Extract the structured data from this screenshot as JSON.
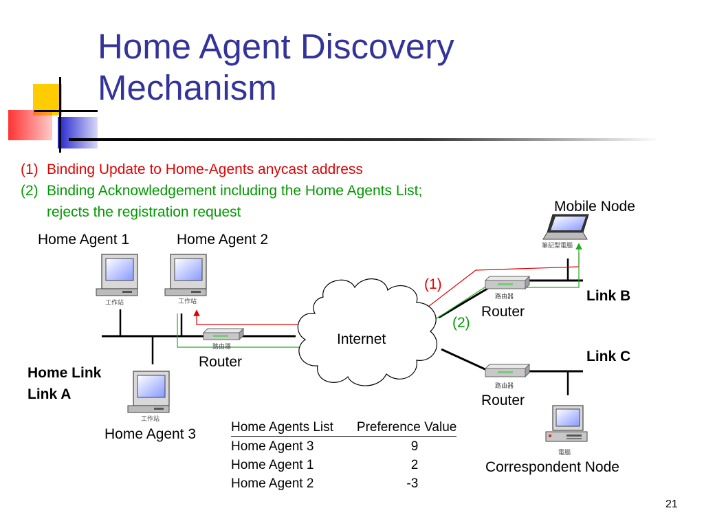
{
  "slide": {
    "title_line1": "Home Agent Discovery",
    "title_line2": "Mechanism",
    "page_number": "21"
  },
  "bullets": [
    {
      "num": "(1)",
      "text": "Binding Update to Home-Agents anycast address",
      "color": "#e00000"
    },
    {
      "num": "(2)",
      "text": "Binding Acknowledgement including the Home Agents List;",
      "color": "#009900"
    },
    {
      "num": "",
      "text": "rejects the registration request",
      "color": "#009900"
    }
  ],
  "nodes": {
    "home_agent_1": {
      "label": "Home Agent 1",
      "caption": "工作站"
    },
    "home_agent_2": {
      "label": "Home Agent 2",
      "caption": "工作站"
    },
    "home_agent_3": {
      "label": "Home Agent 3",
      "caption": "工作站"
    },
    "mobile_node": {
      "label": "Mobile Node",
      "caption": "筆記型電腦"
    },
    "correspondent_node": {
      "label": "Correspondent Node",
      "caption": "電腦"
    },
    "router_home": {
      "label": "Router",
      "caption": "路由器"
    },
    "router_b": {
      "label": "Router",
      "caption": "路由器"
    },
    "router_c": {
      "label": "Router",
      "caption": "路由器"
    },
    "internet": {
      "label": "Internet"
    }
  },
  "links": {
    "home_link_line1": "Home Link",
    "home_link_line2": "Link A",
    "link_b": "Link B",
    "link_c": "Link C"
  },
  "steps": {
    "step1": "(1)",
    "step2": "(2)"
  },
  "home_agents_table": {
    "headers": [
      "Home Agents List",
      "Preference Value"
    ],
    "rows": [
      [
        "Home Agent 3",
        "9"
      ],
      [
        "Home Agent 1",
        "2"
      ],
      [
        "Home Agent 2",
        "-3"
      ]
    ]
  },
  "colors": {
    "title": "#333399",
    "binding_update": "#e00000",
    "binding_ack": "#009900"
  }
}
